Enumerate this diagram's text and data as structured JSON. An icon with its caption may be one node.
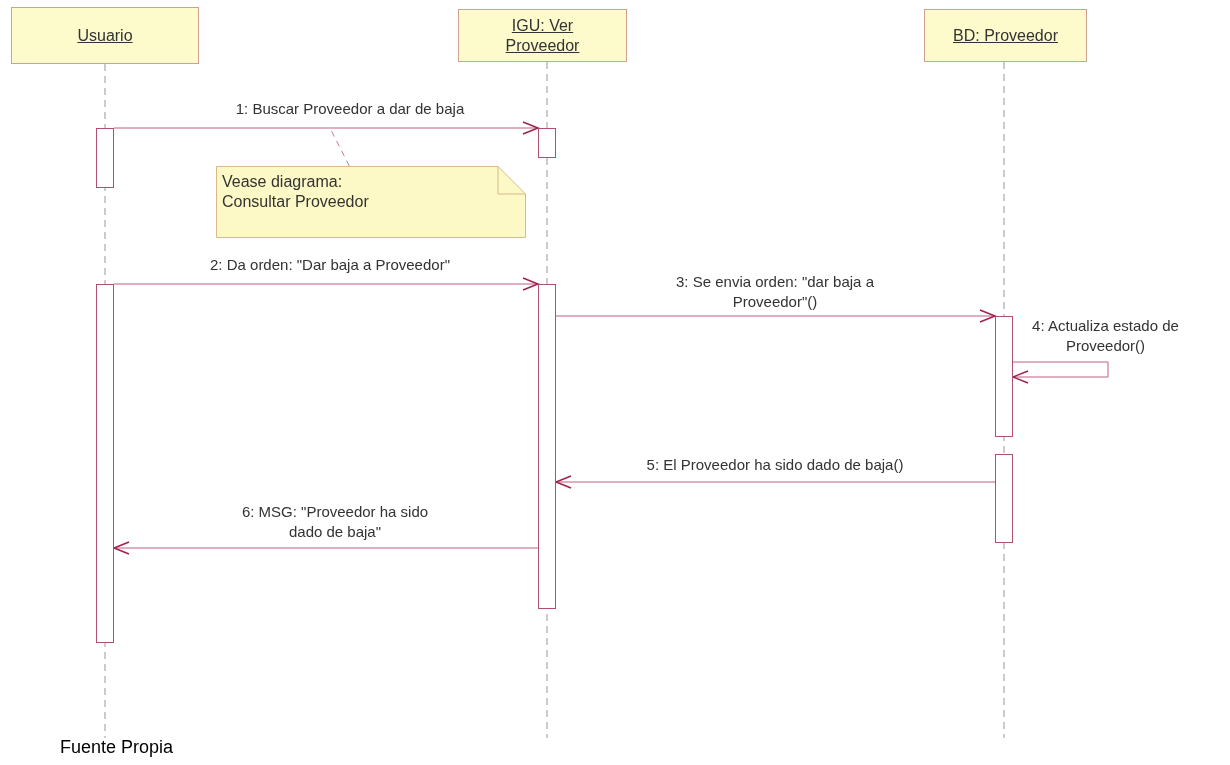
{
  "diagram": {
    "nodes": [
      {
        "text": [
          "Usuario"
        ]
      },
      {
        "text": [
          "IGU: Ver Proveedor"
        ]
      },
      {
        "text": [
          "BD: Proveedor"
        ]
      },
      {
        "text": [
          "Vease diagrama: Consultar Proveedor"
        ]
      },
      {
        "text": [],
        "shape": "bar"
      },
      {
        "text": [],
        "shape": "bar"
      },
      {
        "text": [],
        "shape": "bar"
      },
      {
        "text": [],
        "shape": "bar"
      },
      {
        "text": [],
        "shape": "bar"
      },
      {
        "text": [],
        "shape": "bar"
      }
    ],
    "edges": [
      {
        "from": 4,
        "to": 6,
        "arrow": "to",
        "label": "1: Buscar Proveedor a dar de baja"
      },
      {
        "from": 3,
        "to": null,
        "arrow": "none",
        "style": "dashed"
      },
      {
        "from": 5,
        "to": 7,
        "arrow": "to",
        "label": "2: Da orden: \"Dar baja a Proveedor\""
      },
      {
        "from": 7,
        "to": 8,
        "arrow": "to",
        "label": "3: Se envia orden: \"dar baja a Proveedor\"()"
      },
      {
        "from": 8,
        "to": 8,
        "arrow": "to",
        "label": "4: Actualiza estado de Proveedor()"
      },
      {
        "from": 9,
        "to": 7,
        "arrow": "to",
        "label": "5: El Proveedor ha sido dado de baja()"
      },
      {
        "from": 7,
        "to": 5,
        "arrow": "to",
        "label": "6: MSG: \"Proveedor ha sido dado de baja\""
      }
    ],
    "labels": [
      "Fuente Propia"
    ]
  }
}
